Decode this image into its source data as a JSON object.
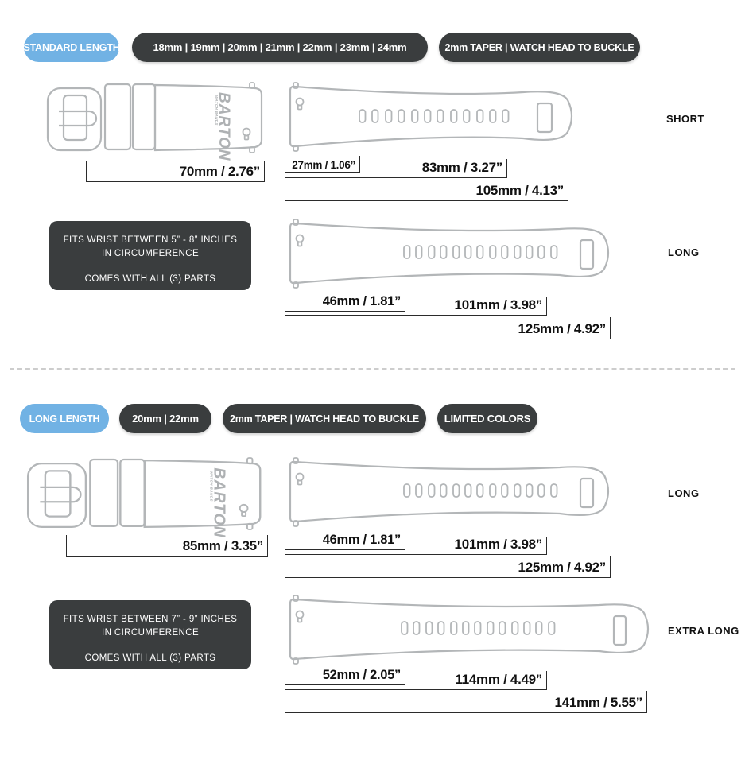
{
  "colors": {
    "accent_blue": "#71b2e4",
    "dark_gray": "#3a3d3e",
    "outline_gray": "#b3b6b8",
    "dimension_line": "#2b2b2b",
    "divider_dash": "#cdcdcd"
  },
  "brand": {
    "name": "BARTON",
    "tagline": "WATCH BANDS"
  },
  "standard": {
    "tag": "STANDARD LENGTH",
    "widths": "18mm | 19mm | 20mm | 21mm | 22mm | 23mm | 24mm",
    "taper": "2mm TAPER | WATCH HEAD TO BUCKLE",
    "buckle_side_length": "70mm / 2.76”",
    "fit_line1": "FITS WRIST BETWEEN 5” - 8” INCHES",
    "fit_line2": "IN CIRCUMFERENCE",
    "parts_note": "COMES WITH ALL (3) PARTS",
    "short_strap": {
      "label": "SHORT",
      "seg1": "27mm / 1.06”",
      "seg2": "83mm / 3.27”",
      "total": "105mm / 4.13”"
    },
    "long_strap": {
      "label": "LONG",
      "seg1": "46mm / 1.81”",
      "seg2": "101mm / 3.98”",
      "total": "125mm / 4.92”"
    }
  },
  "long_length": {
    "tag": "LONG LENGTH",
    "widths": "20mm | 22mm",
    "taper": "2mm TAPER | WATCH HEAD TO BUCKLE",
    "limited": "LIMITED COLORS",
    "buckle_side_length": "85mm / 3.35”",
    "fit_line1": "FITS WRIST BETWEEN 7” - 9” INCHES",
    "fit_line2": "IN CIRCUMFERENCE",
    "parts_note": "COMES WITH ALL (3) PARTS",
    "long_strap": {
      "label": "LONG",
      "seg1": "46mm / 1.81”",
      "seg2": "101mm / 3.98”",
      "total": "125mm / 4.92”"
    },
    "extra_long_strap": {
      "label": "EXTRA LONG",
      "seg1": "52mm / 2.05”",
      "seg2": "114mm / 4.49”",
      "total": "141mm / 5.55”"
    }
  }
}
